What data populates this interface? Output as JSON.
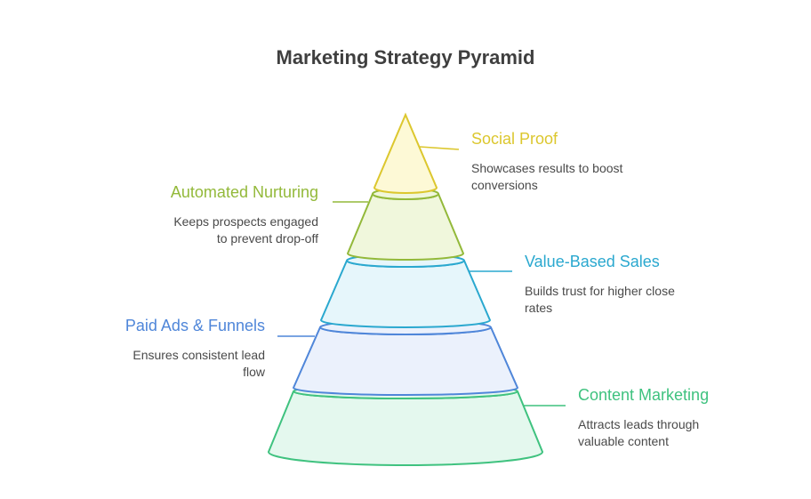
{
  "title": "Marketing Strategy Pyramid",
  "tiers": [
    {
      "label": "Social Proof",
      "description": "Showcases results to boost\nconversions",
      "stroke": "#dcc72e",
      "fill": "#fdf9d6",
      "side": "right"
    },
    {
      "label": "Automated Nurturing",
      "description": "Keeps prospects engaged\nto prevent drop-off",
      "stroke": "#93b93a",
      "fill": "#f0f7dc",
      "side": "left"
    },
    {
      "label": "Value-Based Sales",
      "description": "Builds trust for higher close\nrates",
      "stroke": "#2aa8cf",
      "fill": "#e6f6fb",
      "side": "right"
    },
    {
      "label": "Paid Ads & Funnels",
      "description": "Ensures consistent lead\nflow",
      "stroke": "#4f86d9",
      "fill": "#ebf1fc",
      "side": "left"
    },
    {
      "label": "Content Marketing",
      "description": "Attracts leads through\nvaluable content",
      "stroke": "#3fc27f",
      "fill": "#e4f8ee",
      "side": "right"
    }
  ]
}
